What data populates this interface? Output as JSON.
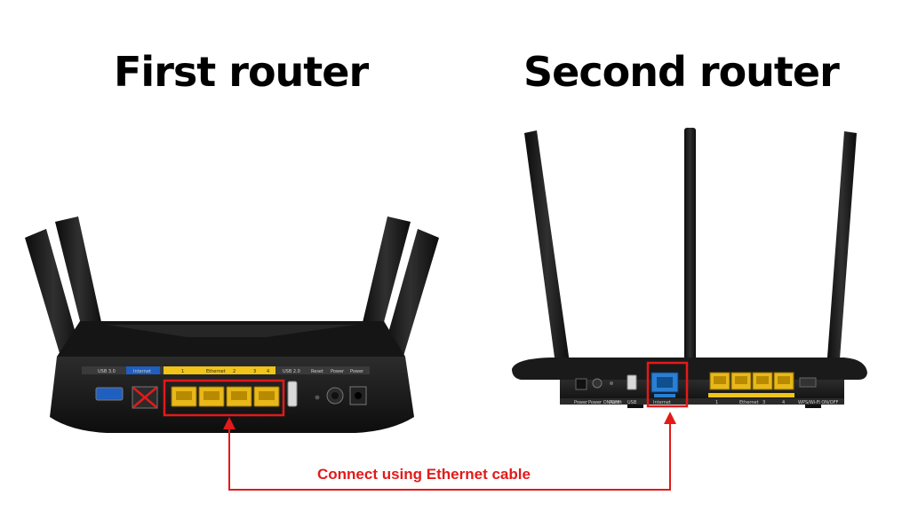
{
  "titles": {
    "first": "First router",
    "second": "Second router"
  },
  "caption": "Connect using Ethernet cable",
  "first_router": {
    "port_labels": [
      "USB 3.0",
      "Internet",
      "1",
      "Ethernet",
      "2",
      "3",
      "4",
      "USB 2.0",
      "Reset",
      "Power",
      "Power"
    ]
  },
  "second_router": {
    "port_labels": [
      "Power",
      "Power ON/OFF",
      "Reset",
      "USB",
      "Internet",
      "1",
      "Ethernet",
      "3",
      "4",
      "WPS/Wi-Fi ON/OFF"
    ]
  },
  "colors": {
    "accent": "#e21a1a",
    "router_body": "#1b1b1b",
    "ethernet_port": "#f0c419",
    "internet_port": "#2a7fd4"
  }
}
